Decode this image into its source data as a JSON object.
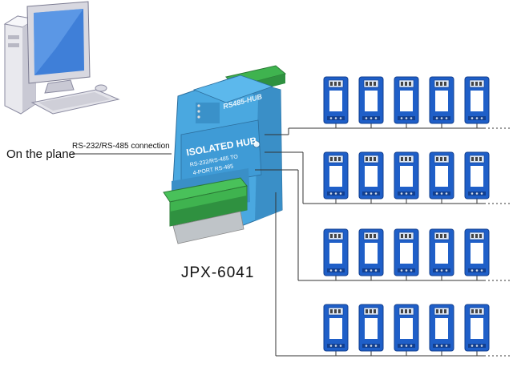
{
  "labels": {
    "computer_caption": "On the plane",
    "connection": "RS-232/RS-485 connection",
    "model": "JPX-6041"
  },
  "hub": {
    "name_plate": "ISOLATED HUB",
    "top_plate": "RS485-HUB",
    "subtitle_1": "RS-232/RS-485 TO",
    "subtitle_2": "4-PORT RS-485"
  },
  "device_grid": {
    "rows": 4,
    "columns": 5
  },
  "colors": {
    "device_blue": "#1f5fc8",
    "device_dark": "#123f8f",
    "hub_body": "#4aa8e0",
    "terminal_green": "#3fb34f",
    "line": "#333333"
  },
  "icons": [
    "desktop-computer-icon",
    "isolated-hub-icon",
    "field-device-icon"
  ]
}
